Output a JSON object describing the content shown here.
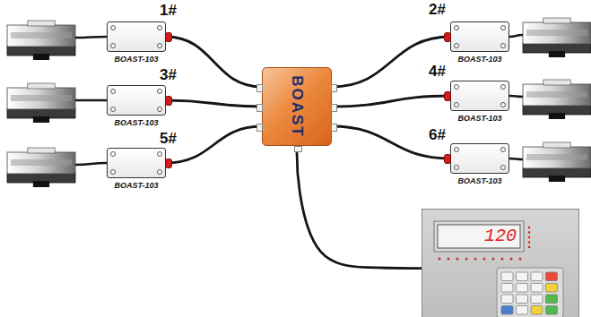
{
  "diagram": {
    "nodes": [
      {
        "text": [
          "BOAST-103"
        ]
      },
      {
        "text": [
          "BOAST-103"
        ]
      },
      {
        "text": [
          "BOAST-103"
        ]
      },
      {
        "text": [
          "BOAST-103"
        ]
      },
      {
        "text": [
          "BOAST-103"
        ]
      },
      {
        "text": [
          "BOAST-103"
        ]
      },
      {
        "text": [
          "BOAST"
        ]
      },
      {
        "text": [
          "120"
        ]
      }
    ],
    "edges": [
      {
        "from": 0,
        "to": 6,
        "arrow": "none"
      },
      {
        "from": 1,
        "to": 6,
        "arrow": "none"
      },
      {
        "from": 2,
        "to": 6,
        "arrow": "none"
      },
      {
        "from": 3,
        "to": 6,
        "arrow": "none"
      },
      {
        "from": 4,
        "to": 6,
        "arrow": "none"
      },
      {
        "from": 5,
        "to": 6,
        "arrow": "none"
      },
      {
        "from": 6,
        "to": 7,
        "arrow": "none"
      }
    ],
    "labels": [
      "1#",
      "2#",
      "3#",
      "4#",
      "5#",
      "6#"
    ]
  }
}
